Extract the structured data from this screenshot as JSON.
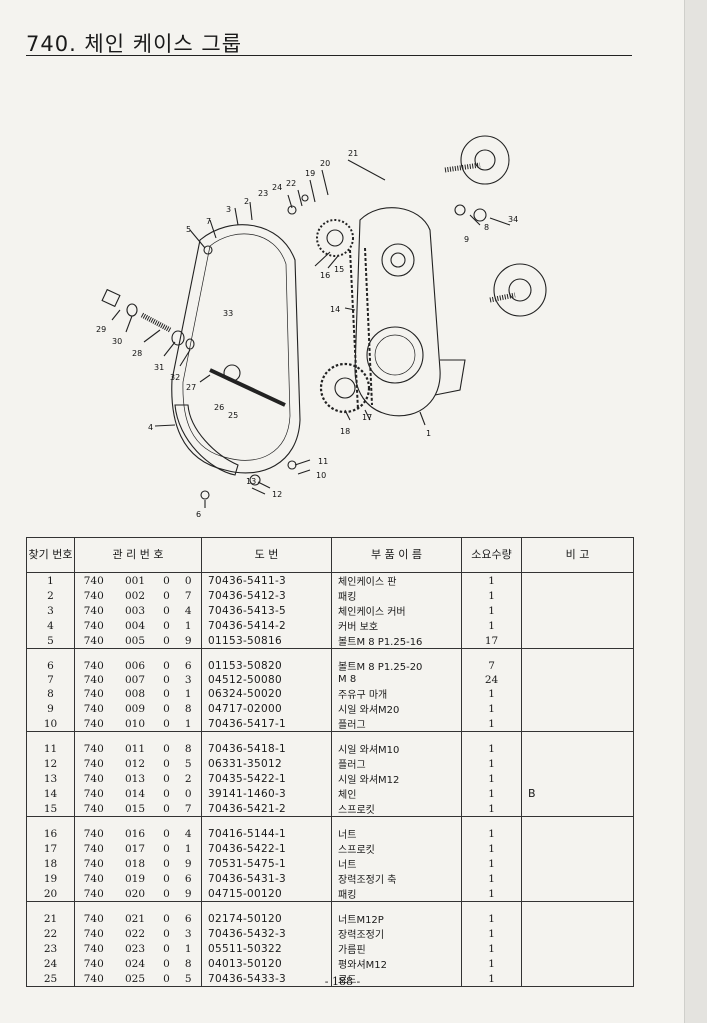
{
  "title": "740. 체인 케이스 그룹",
  "headers": {
    "no": "찾기 번호",
    "mgmt": "관 리 번 호",
    "drawing": "도 번",
    "name": "부 품 이 름",
    "qty": "소요수량",
    "remark": "비 고"
  },
  "diagram": {
    "callouts": [
      "1",
      "2",
      "3",
      "4",
      "5",
      "6",
      "7",
      "8",
      "9",
      "10",
      "11",
      "12",
      "13",
      "14",
      "15",
      "16",
      "17",
      "18",
      "19",
      "20",
      "21",
      "22",
      "23",
      "24",
      "25",
      "26",
      "27",
      "28",
      "29",
      "30",
      "31",
      "32",
      "33",
      "34"
    ]
  },
  "rows": [
    {
      "no": "1",
      "g": "740",
      "s": "001",
      "a": "0",
      "b": "0",
      "drawing": "70436-5411-3",
      "name": "체인케이스 판",
      "qty": "1",
      "remark": ""
    },
    {
      "no": "2",
      "g": "740",
      "s": "002",
      "a": "0",
      "b": "7",
      "drawing": "70436-5412-3",
      "name": "패킹",
      "qty": "1",
      "remark": ""
    },
    {
      "no": "3",
      "g": "740",
      "s": "003",
      "a": "0",
      "b": "4",
      "drawing": "70436-5413-5",
      "name": "체인케이스 커버",
      "qty": "1",
      "remark": ""
    },
    {
      "no": "4",
      "g": "740",
      "s": "004",
      "a": "0",
      "b": "1",
      "drawing": "70436-5414-2",
      "name": "커버 보호",
      "qty": "1",
      "remark": ""
    },
    {
      "no": "5",
      "g": "740",
      "s": "005",
      "a": "0",
      "b": "9",
      "drawing": "01153-50816",
      "name": "볼트M 8 P1.25-16",
      "qty": "17",
      "remark": ""
    },
    {
      "no": "6",
      "g": "740",
      "s": "006",
      "a": "0",
      "b": "6",
      "drawing": "01153-50820",
      "name": "볼트M 8 P1.25-20",
      "qty": "7",
      "remark": ""
    },
    {
      "no": "7",
      "g": "740",
      "s": "007",
      "a": "0",
      "b": "3",
      "drawing": "04512-50080",
      "name": "M 8",
      "qty": "24",
      "remark": ""
    },
    {
      "no": "8",
      "g": "740",
      "s": "008",
      "a": "0",
      "b": "1",
      "drawing": "06324-50020",
      "name": "주유구 마개",
      "qty": "1",
      "remark": ""
    },
    {
      "no": "9",
      "g": "740",
      "s": "009",
      "a": "0",
      "b": "8",
      "drawing": "04717-02000",
      "name": "시일 와셔M20",
      "qty": "1",
      "remark": ""
    },
    {
      "no": "10",
      "g": "740",
      "s": "010",
      "a": "0",
      "b": "1",
      "drawing": "70436-5417-1",
      "name": "플러그",
      "qty": "1",
      "remark": ""
    },
    {
      "no": "11",
      "g": "740",
      "s": "011",
      "a": "0",
      "b": "8",
      "drawing": "70436-5418-1",
      "name": "시일 와셔M10",
      "qty": "1",
      "remark": ""
    },
    {
      "no": "12",
      "g": "740",
      "s": "012",
      "a": "0",
      "b": "5",
      "drawing": "06331-35012",
      "name": "플러그",
      "qty": "1",
      "remark": ""
    },
    {
      "no": "13",
      "g": "740",
      "s": "013",
      "a": "0",
      "b": "2",
      "drawing": "70435-5422-1",
      "name": "시일 와셔M12",
      "qty": "1",
      "remark": ""
    },
    {
      "no": "14",
      "g": "740",
      "s": "014",
      "a": "0",
      "b": "0",
      "drawing": "39141-1460-3",
      "name": "체인",
      "qty": "1",
      "remark": "B"
    },
    {
      "no": "15",
      "g": "740",
      "s": "015",
      "a": "0",
      "b": "7",
      "drawing": "70436-5421-2",
      "name": "스프로킷",
      "qty": "1",
      "remark": ""
    },
    {
      "no": "16",
      "g": "740",
      "s": "016",
      "a": "0",
      "b": "4",
      "drawing": "70416-5144-1",
      "name": "너트",
      "qty": "1",
      "remark": ""
    },
    {
      "no": "17",
      "g": "740",
      "s": "017",
      "a": "0",
      "b": "1",
      "drawing": "70436-5422-1",
      "name": "스프로킷",
      "qty": "1",
      "remark": ""
    },
    {
      "no": "18",
      "g": "740",
      "s": "018",
      "a": "0",
      "b": "9",
      "drawing": "70531-5475-1",
      "name": "너트",
      "qty": "1",
      "remark": ""
    },
    {
      "no": "19",
      "g": "740",
      "s": "019",
      "a": "0",
      "b": "6",
      "drawing": "70436-5431-3",
      "name": "장력조정기 축",
      "qty": "1",
      "remark": ""
    },
    {
      "no": "20",
      "g": "740",
      "s": "020",
      "a": "0",
      "b": "9",
      "drawing": "04715-00120",
      "name": "패킹",
      "qty": "1",
      "remark": ""
    },
    {
      "no": "21",
      "g": "740",
      "s": "021",
      "a": "0",
      "b": "6",
      "drawing": "02174-50120",
      "name": "너트M12P",
      "qty": "1",
      "remark": ""
    },
    {
      "no": "22",
      "g": "740",
      "s": "022",
      "a": "0",
      "b": "3",
      "drawing": "70436-5432-3",
      "name": "장력조정기",
      "qty": "1",
      "remark": ""
    },
    {
      "no": "23",
      "g": "740",
      "s": "023",
      "a": "0",
      "b": "1",
      "drawing": "05511-50322",
      "name": "가름핀",
      "qty": "1",
      "remark": ""
    },
    {
      "no": "24",
      "g": "740",
      "s": "024",
      "a": "0",
      "b": "8",
      "drawing": "04013-50120",
      "name": "평와셔M12",
      "qty": "1",
      "remark": ""
    },
    {
      "no": "25",
      "g": "740",
      "s": "025",
      "a": "0",
      "b": "5",
      "drawing": "70436-5433-3",
      "name": "로드",
      "qty": "1",
      "remark": ""
    }
  ],
  "footer": "- 188 -"
}
